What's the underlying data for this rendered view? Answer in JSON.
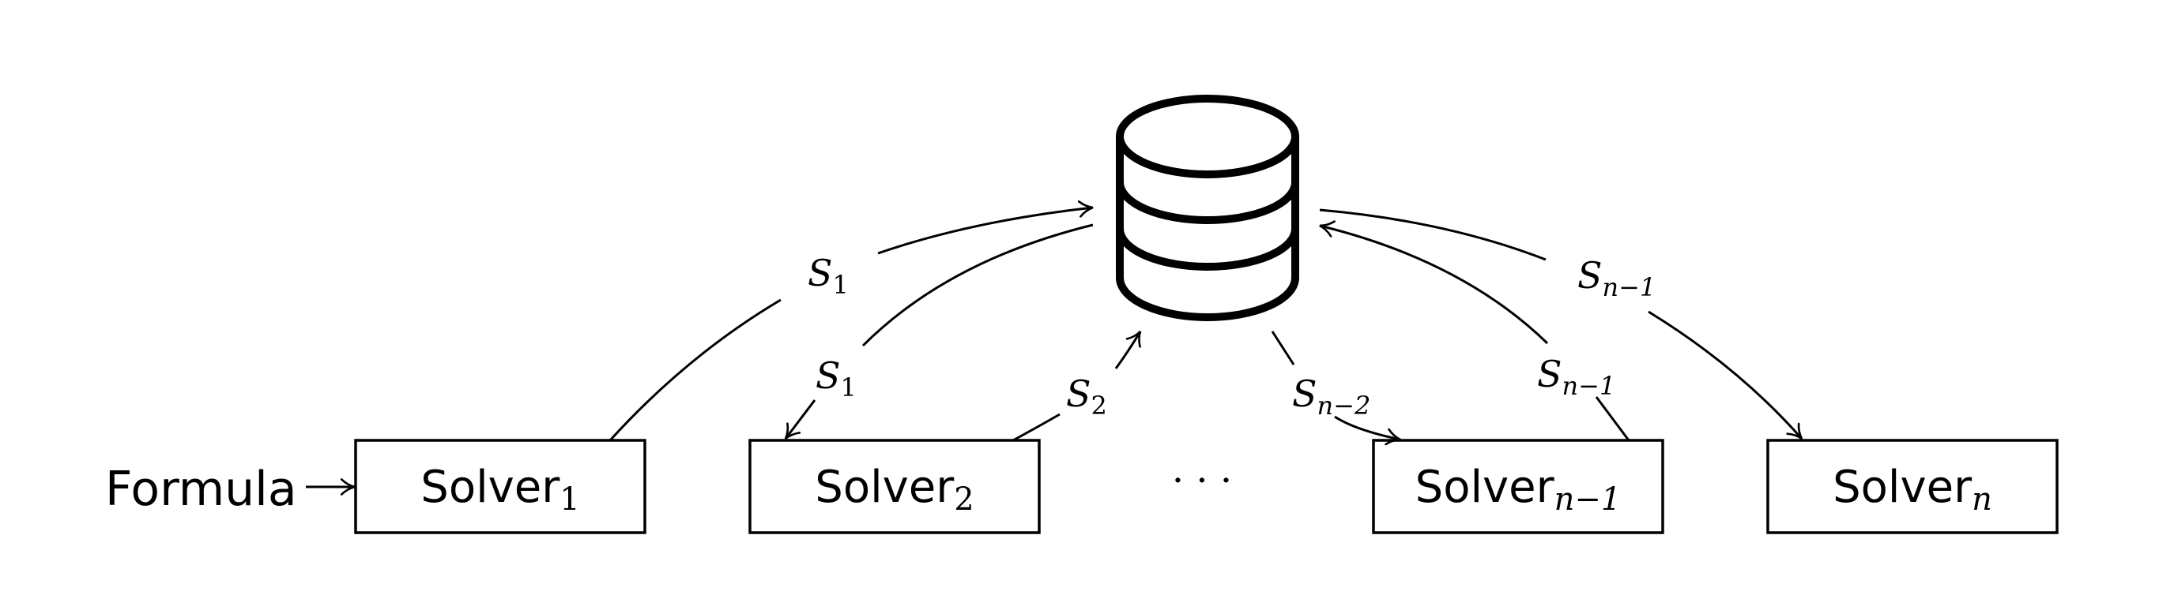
{
  "diagram": {
    "input_label": "Formula",
    "database": {
      "icon": "database-icon",
      "label": ""
    },
    "ellipsis": "· · ·",
    "solvers": [
      {
        "base": "Solver",
        "sub": "1"
      },
      {
        "base": "Solver",
        "sub": "2"
      },
      {
        "base": "Solver",
        "sub": "n−1"
      },
      {
        "base": "Solver",
        "sub": "n"
      }
    ],
    "edges": [
      {
        "from": "Solver1",
        "to": "database",
        "label_base": "S",
        "label_sub": "1"
      },
      {
        "from": "database",
        "to": "Solver2",
        "label_base": "S",
        "label_sub": "1"
      },
      {
        "from": "Solver2",
        "to": "database",
        "label_base": "S",
        "label_sub": "2"
      },
      {
        "from": "database",
        "to": "Solvern-1",
        "label_base": "S",
        "label_sub": "n−2"
      },
      {
        "from": "Solvern-1",
        "to": "database",
        "label_base": "S",
        "label_sub": "n−1"
      },
      {
        "from": "database",
        "to": "Solvern",
        "label_base": "S",
        "label_sub": "n−1"
      }
    ]
  }
}
